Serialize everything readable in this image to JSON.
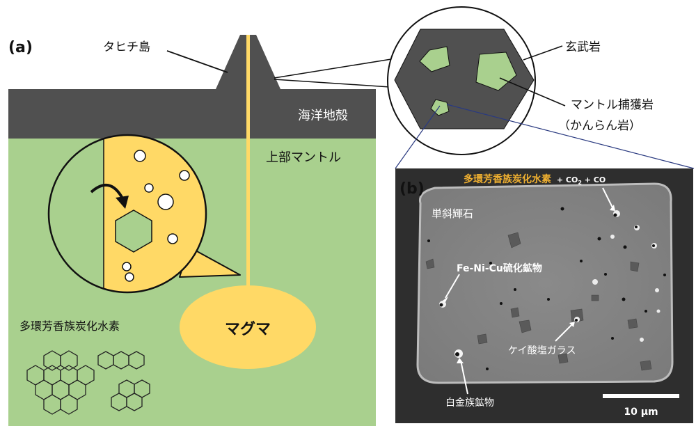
{
  "panel_a": {
    "tag": "(a)",
    "island": "タヒチ島",
    "crust": "海洋地殻",
    "mantle": "上部マントル",
    "magma": "マグマ",
    "pah": "多環芳香族炭化水素"
  },
  "inset": {
    "basalt": "玄武岩",
    "xenolith_line1": "マントル捕獲岩",
    "xenolith_line2": "（かんらん岩）"
  },
  "panel_b": {
    "tag": "(b)",
    "pah_gas_main": "多環芳香族炭化水素",
    "pah_gas_plus1": " + CO",
    "pah_gas_sub": "2",
    "pah_gas_plus2": " + CO",
    "clinopyroxene": "単斜輝石",
    "sulfide": "Fe-Ni-Cu硫化鉱物",
    "glass": "ケイ酸塩ガラス",
    "pge": "白金族鉱物",
    "scale": "10 μm"
  },
  "colors": {
    "mantle_green": "#a9d08e",
    "crust_gray": "#505050",
    "magma_yellow": "#ffd966",
    "inclusion_green": "#a9d08e",
    "label_orange": "#f0b030"
  }
}
